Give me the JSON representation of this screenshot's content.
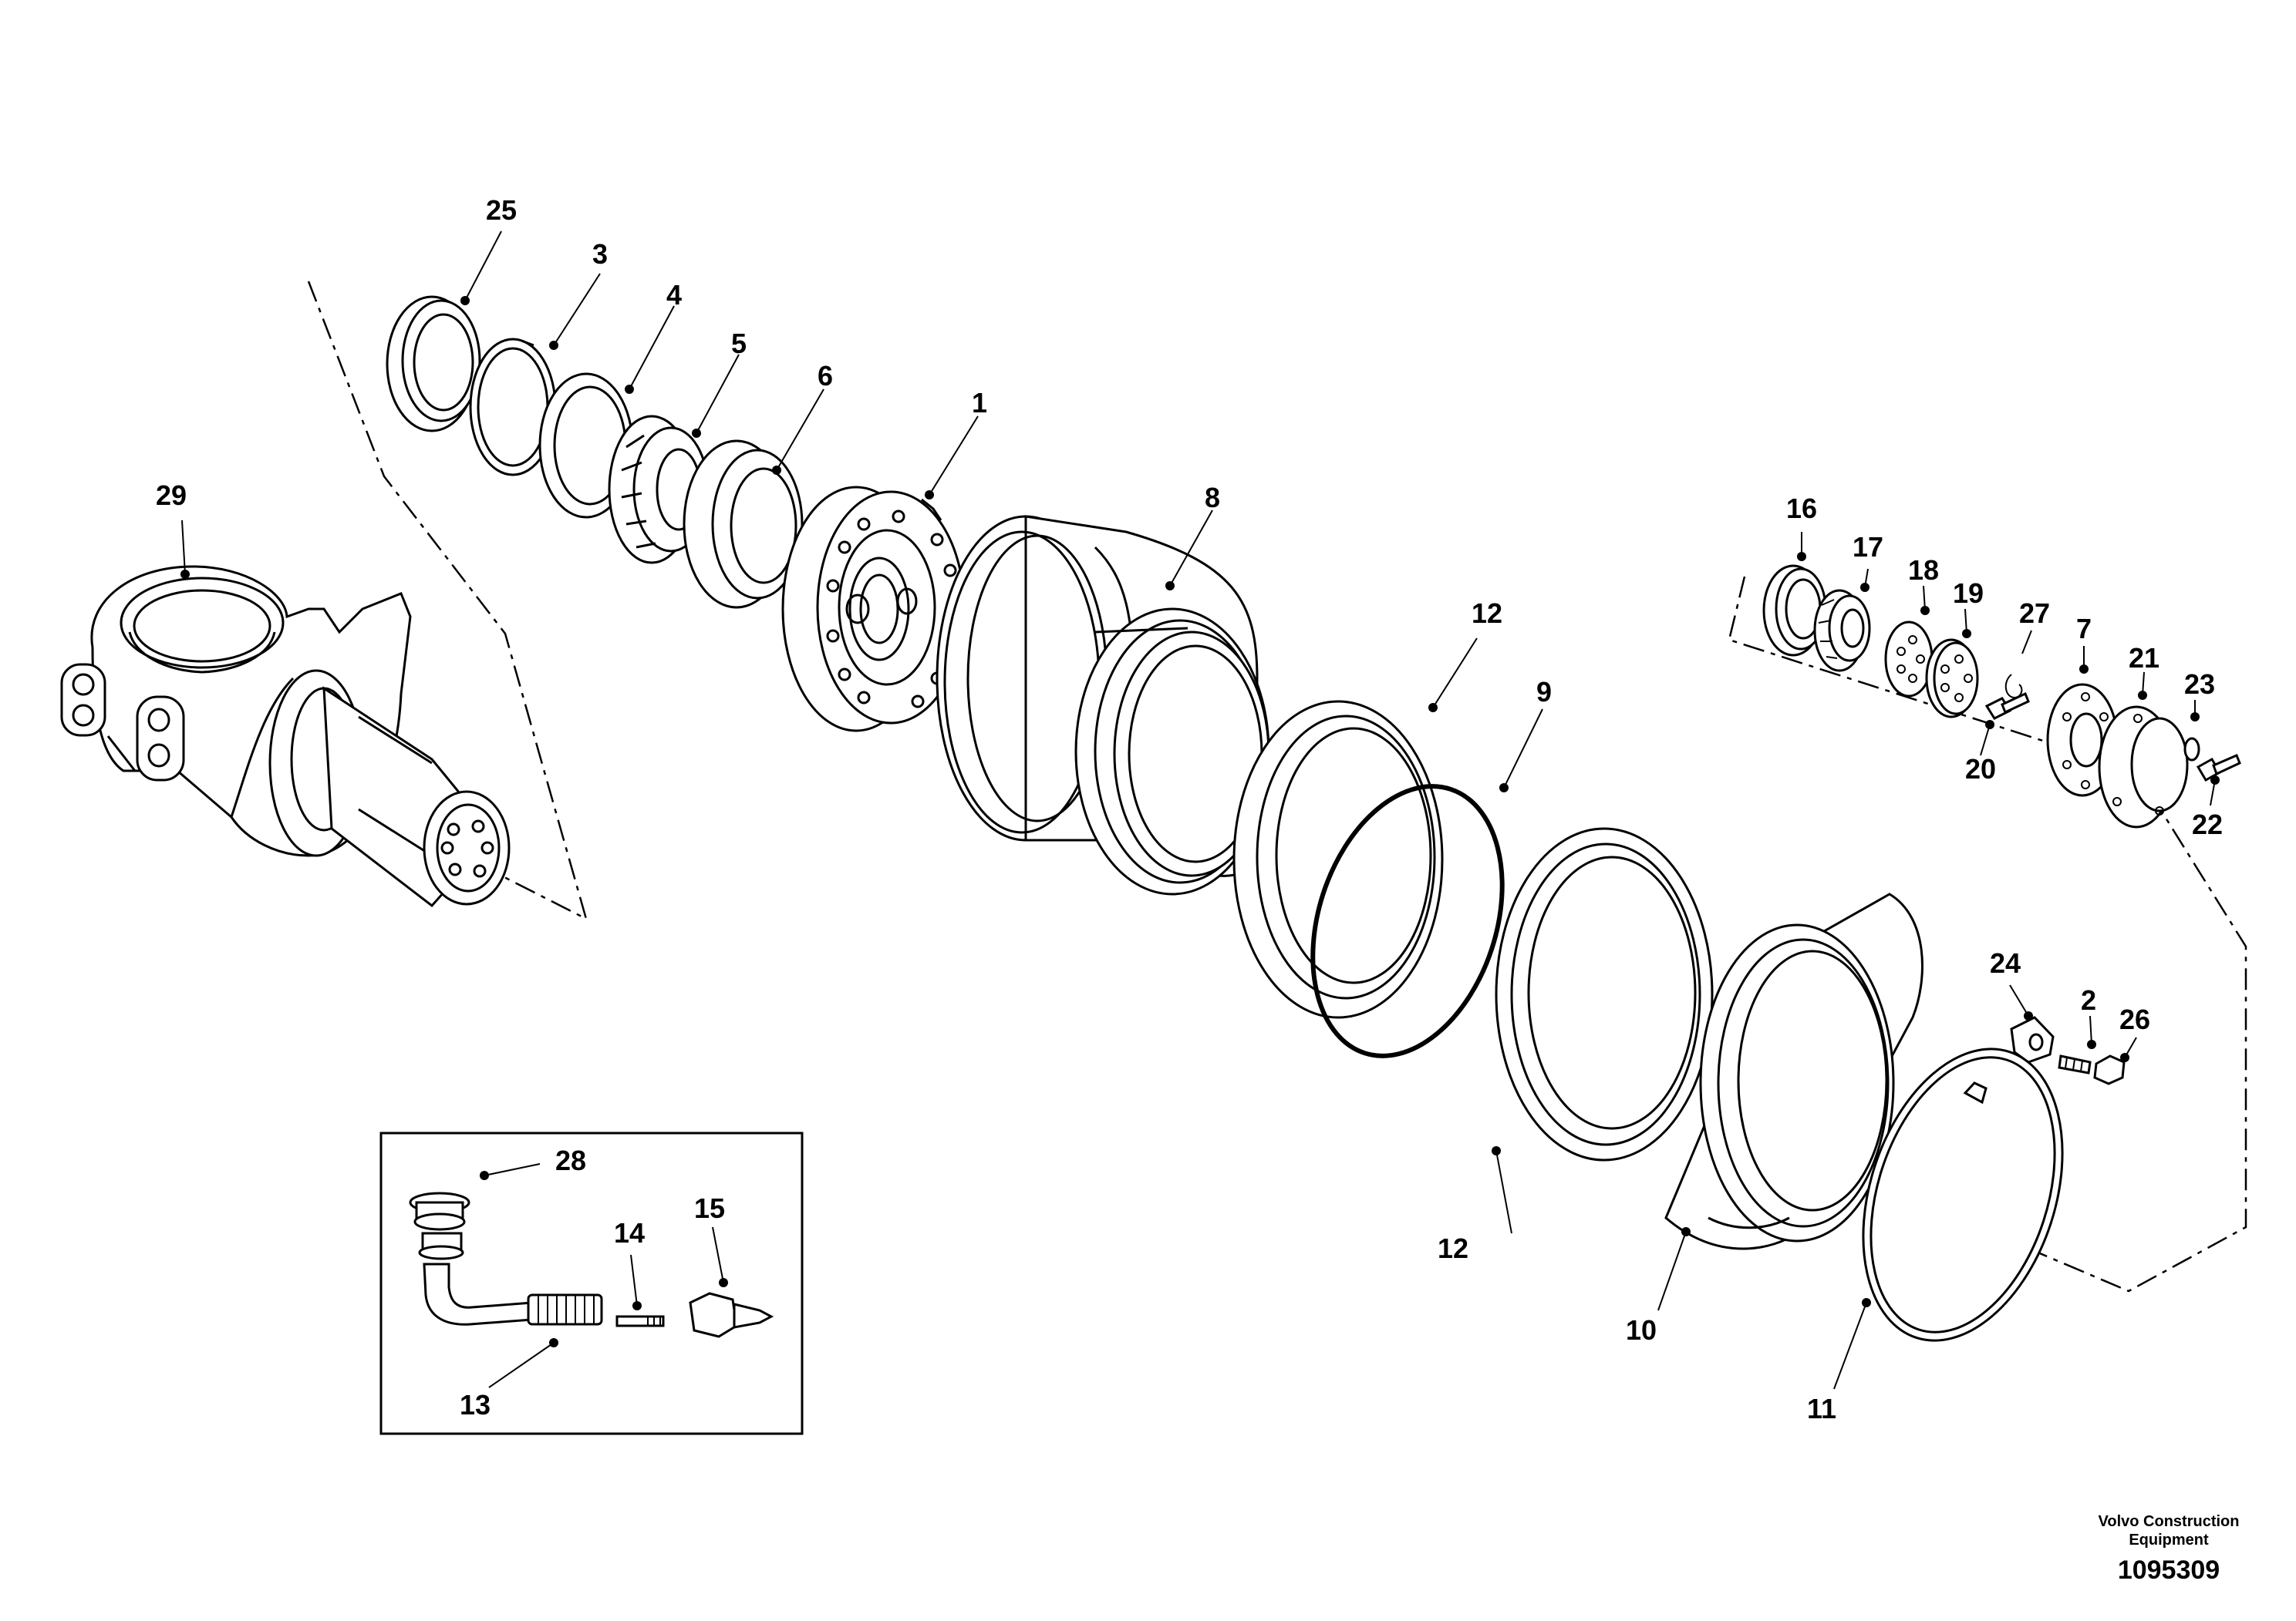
{
  "callouts": {
    "p1": "1",
    "p2": "2",
    "p3": "3",
    "p4": "4",
    "p5": "5",
    "p6": "6",
    "p7": "7",
    "p8": "8",
    "p9": "9",
    "p10": "10",
    "p11": "11",
    "p12a": "12",
    "p12b": "12",
    "p13": "13",
    "p14": "14",
    "p15": "15",
    "p16": "16",
    "p17": "17",
    "p18": "18",
    "p19": "19",
    "p20": "20",
    "p21": "21",
    "p22": "22",
    "p23": "23",
    "p24": "24",
    "p25": "25",
    "p26": "26",
    "p27": "27",
    "p28": "28",
    "p29": "29"
  },
  "footer": {
    "company_line1": "Volvo Construction",
    "company_line2": "Equipment",
    "drawing_number": "1095309"
  }
}
